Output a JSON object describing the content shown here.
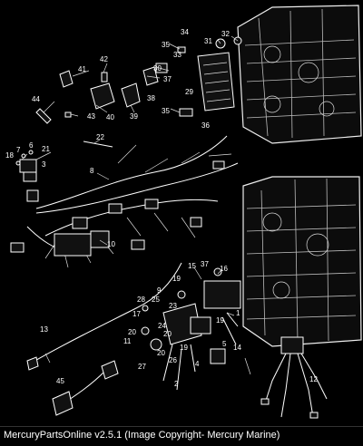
{
  "footer": {
    "text": "MercuryPartsOnline v2.5.1 (Image Copyright- Mercury Marine)"
  },
  "callouts": {
    "c1": "1",
    "c2": "2",
    "c3": "3",
    "c4": "4",
    "c5": "5",
    "c6": "6",
    "c7": "7",
    "c8": "8",
    "c9": "9",
    "c10": "10",
    "c11": "11",
    "c12": "12",
    "c13": "13",
    "c14": "14",
    "c15": "15",
    "c16": "16",
    "c17": "17",
    "c18": "18",
    "c19": "19",
    "c20": "20",
    "c21": "21",
    "c22": "22",
    "c23": "23",
    "c24": "24",
    "c25": "25",
    "c26": "26",
    "c27": "27",
    "c28": "28",
    "c29": "29",
    "c30": "30",
    "c31": "31",
    "c32": "32",
    "c33": "33",
    "c34": "34",
    "c35": "35",
    "c36": "36",
    "c37": "37",
    "c38": "38",
    "c39": "39",
    "c40": "40",
    "c41": "41",
    "c42": "42",
    "c43": "43",
    "c44": "44",
    "c45": "45"
  }
}
